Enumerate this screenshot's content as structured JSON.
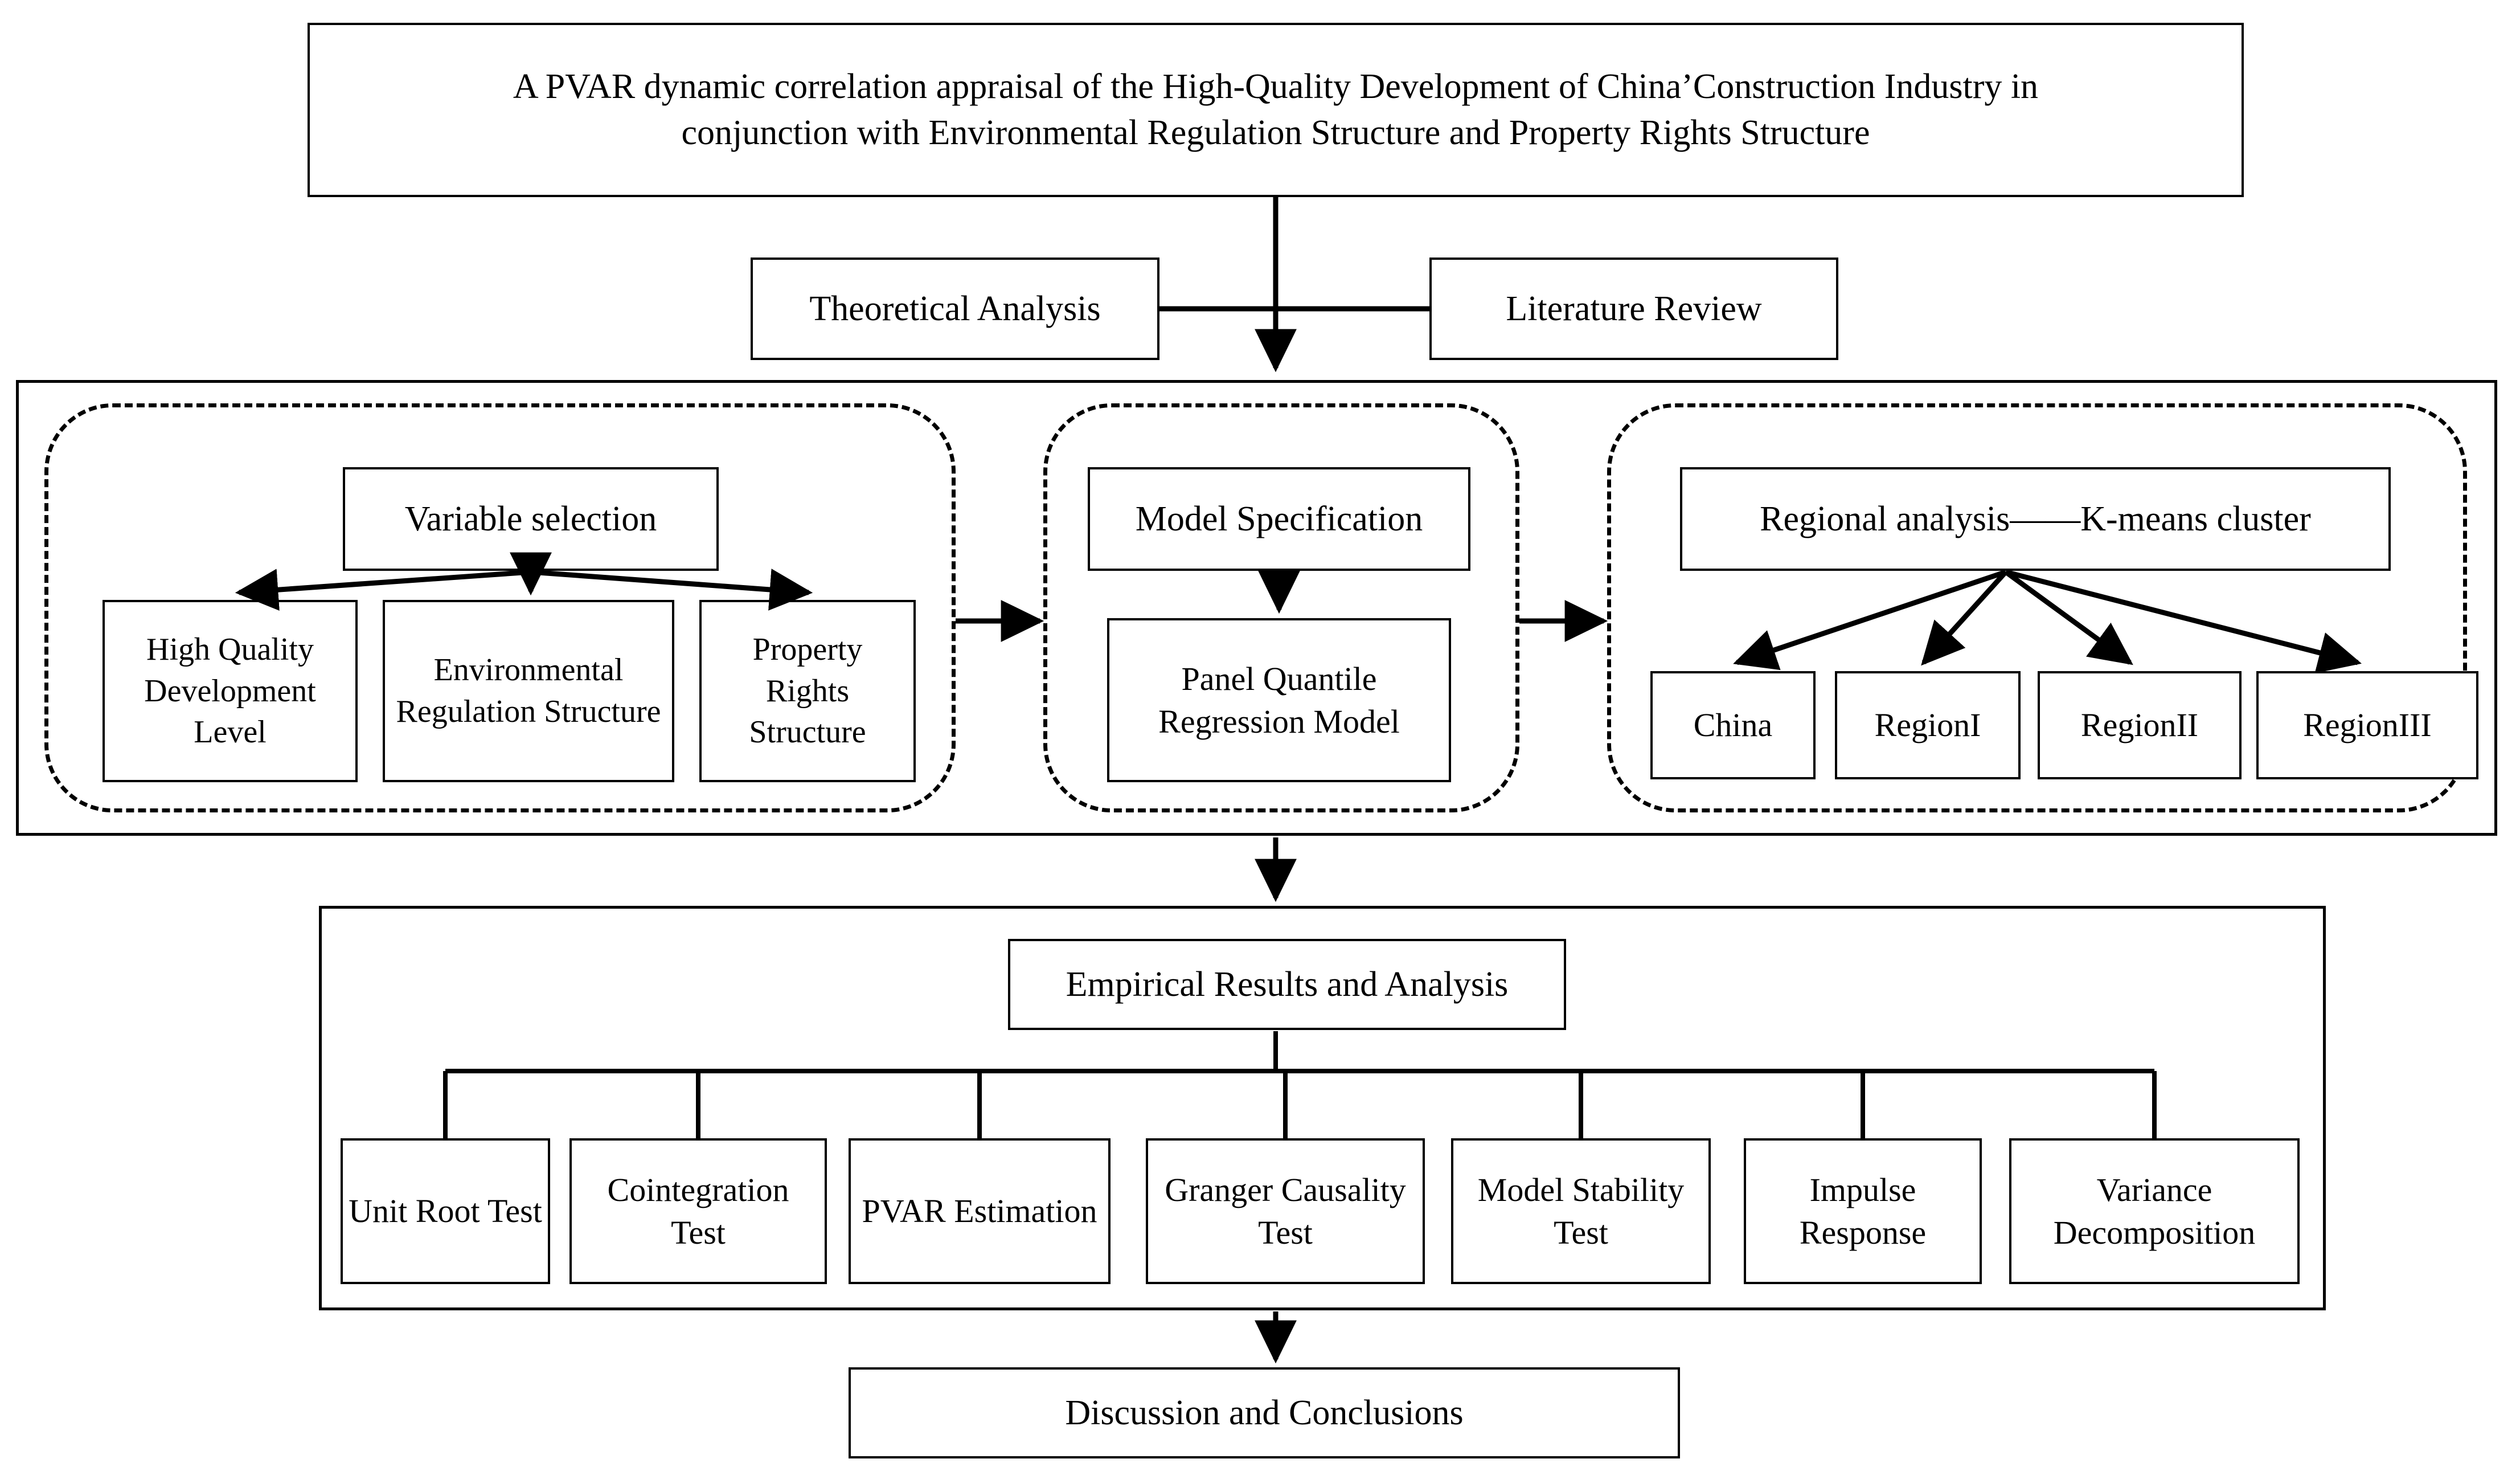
{
  "diagram": {
    "title_box": {
      "line1": "A PVAR dynamic correlation appraisal of the High-Quality Development of China’Construction Industry in",
      "line2": "conjunction with Environmental Regulation Structure and Property Rights Structure"
    },
    "support_row": {
      "left": "Theoretical Analysis",
      "right": "Literature Review"
    },
    "methods_section": {
      "group_variable": {
        "head": "Variable selection",
        "children": [
          "High Quality Development Level",
          "Environmental Regulation Structure",
          "Property Rights Structure"
        ]
      },
      "group_model": {
        "head": "Model Specification",
        "children": [
          "Panel Quantile Regression Model"
        ]
      },
      "group_regional": {
        "head": "Regional analysis——K-means cluster",
        "children": [
          "China",
          "RegionI",
          "RegionII",
          "RegionIII"
        ]
      }
    },
    "results_section": {
      "head": "Empirical Results and Analysis",
      "items": [
        "Unit Root Test",
        "Cointegration Test",
        "PVAR Estimation",
        "Granger Causality Test",
        "Model Stability Test",
        "Impulse Response",
        "Variance Decomposition"
      ]
    },
    "conclusion_box": "Discussion and Conclusions",
    "colors": {
      "stroke": "#000000",
      "background": "#ffffff"
    }
  }
}
